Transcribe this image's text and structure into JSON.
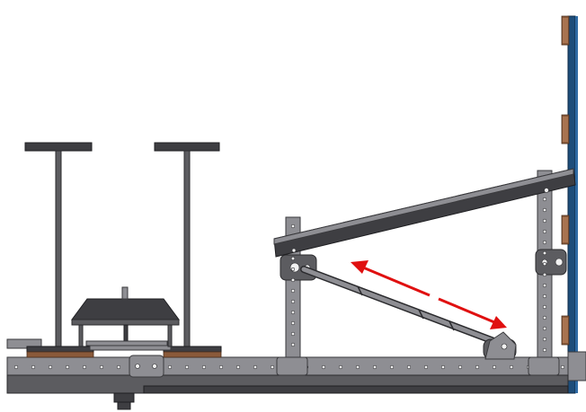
{
  "diagram": {
    "colors": {
      "steel": "#5c5c60",
      "steel_dark": "#3e3e42",
      "steel_light": "#8e8e93",
      "wood": "#8a5a3a",
      "blue_panel": "#1e4d7a",
      "arrow": "#e01010"
    },
    "components": [
      "base-rail",
      "t-post-left",
      "t-post-right",
      "roof-fixture",
      "vertical-post-left",
      "vertical-post-right",
      "inclined-beam",
      "diagonal-brace",
      "double-headed-arrow",
      "wall-panel",
      "wall-brackets"
    ]
  }
}
